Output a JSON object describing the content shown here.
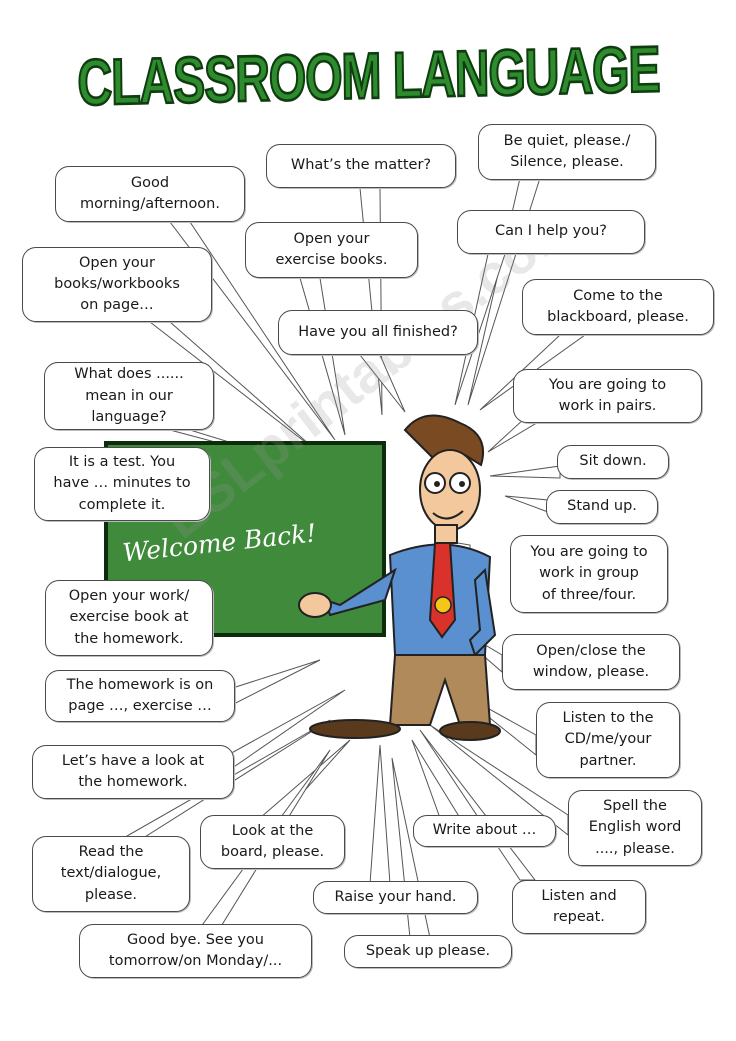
{
  "title": "CLASSROOM LANGUAGE",
  "board_text": "Welcome Back!",
  "watermark": "ESLprintables.com",
  "bubbles": [
    "Be quiet, please./\nSilence, please.",
    "What’s the matter?",
    "Good\nmorning/afternoon.",
    "Can I help you?",
    "Open your\nexercise books.",
    "Open your\nbooks/workbooks\non page…",
    "Come to the\nblackboard, please.",
    "Have you all finished?",
    "What does ......\nmean in our\nlanguage?",
    "You are going to\nwork in pairs.",
    "It is a test. You\nhave … minutes to\ncomplete it.",
    "Sit down.",
    "Stand up.",
    "You are going to\nwork in group\nof three/four.",
    "Open your work/\nexercise book at\nthe homework.",
    "Open/close the\nwindow, please.",
    "The homework is on\npage …, exercise …",
    "Listen to the\nCD/me/your\npartner.",
    "Let’s have a look at\nthe homework.",
    "Spell the\nEnglish word\n...., please.",
    "Look at the\nboard, please.",
    "Write about …",
    "Read the\ntext/dialogue,\nplease.",
    "Listen and\nrepeat.",
    "Raise your hand.",
    "Good bye. See you\ntomorrow/on Monday/...",
    "Speak up please."
  ]
}
